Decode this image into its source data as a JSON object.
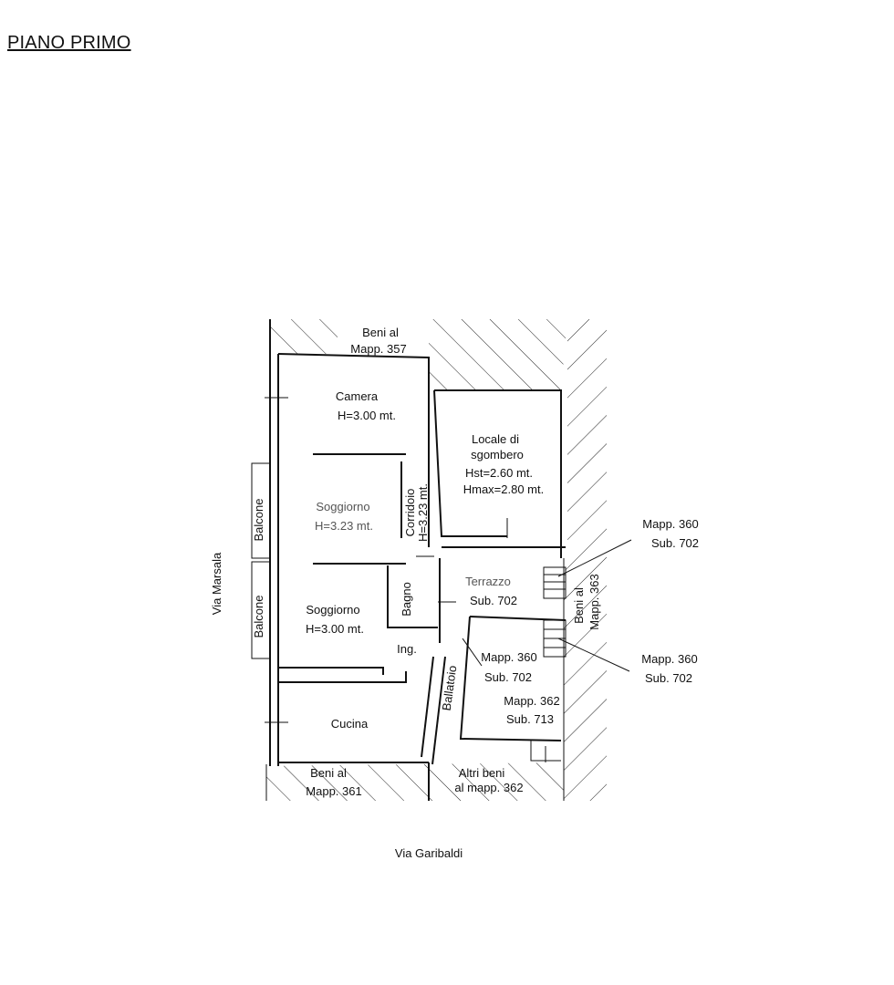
{
  "title": "PIANO PRIMO",
  "neighbors": {
    "top": [
      "Beni al",
      "Mapp. 357"
    ],
    "bottom_left": [
      "Beni al",
      "Mapp. 361"
    ],
    "bottom_right": [
      "Altri beni",
      "al mapp. 362"
    ],
    "right_vertical": [
      "Beni al",
      "Mapp. 363"
    ]
  },
  "streets": {
    "left": "Via Marsala",
    "bottom": "Via Garibaldi"
  },
  "rooms": {
    "camera": {
      "name": "Camera",
      "height": "H=3.00 mt."
    },
    "soggiorno_upper": {
      "name": "Soggiorno",
      "height": "H=3.23 mt."
    },
    "soggiorno_lower": {
      "name": "Soggiorno",
      "height": "H=3.00 mt."
    },
    "corridoio": {
      "name": "Corridoio",
      "height": "H=3.23 mt."
    },
    "locale": {
      "name_line1": "Locale di",
      "name_line2": "sgombero",
      "hst": "Hst=2.60 mt.",
      "hmax": "Hmax=2.80 mt."
    },
    "terrazzo": {
      "name": "Terrazzo",
      "sub": "Sub. 702"
    },
    "bagno": {
      "name": "Bagno"
    },
    "ingresso": {
      "name": "Ing."
    },
    "ballatoio": {
      "name": "Ballatoio"
    },
    "cucina": {
      "name": "Cucina"
    },
    "balcone_upper": {
      "name": "Balcone"
    },
    "balcone_lower": {
      "name": "Balcone"
    }
  },
  "parcels": {
    "right_upper": {
      "mapp": "Mapp. 360",
      "sub": "Sub. 702"
    },
    "right_lower": {
      "mapp": "Mapp. 360",
      "sub": "Sub. 702"
    },
    "inner_360": {
      "mapp": "Mapp. 360",
      "sub": "Sub. 702"
    },
    "inner_362": {
      "mapp": "Mapp. 362",
      "sub": "Sub. 713"
    }
  }
}
